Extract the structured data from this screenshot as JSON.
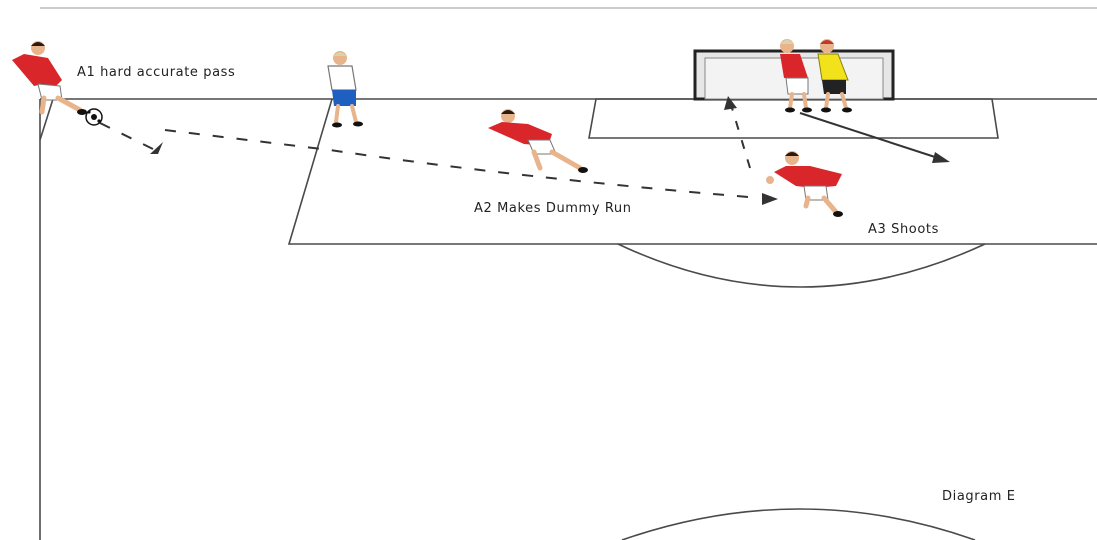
{
  "diagram": {
    "title": "Diagram E",
    "labels": {
      "a1": "A1 hard accurate pass",
      "a2": "A2 Makes Dummy Run",
      "a3": "A3 Shoots"
    }
  },
  "colors": {
    "attacker_shirt": "#d8262b",
    "defender_shirt": "#ffffff",
    "defender_shorts": "#1f5fbf",
    "goalkeeper_shirt": "#f2e21b",
    "skin": "#e8b48c",
    "hair": "#2a1a12",
    "line": "#333333",
    "text": "#222222"
  }
}
